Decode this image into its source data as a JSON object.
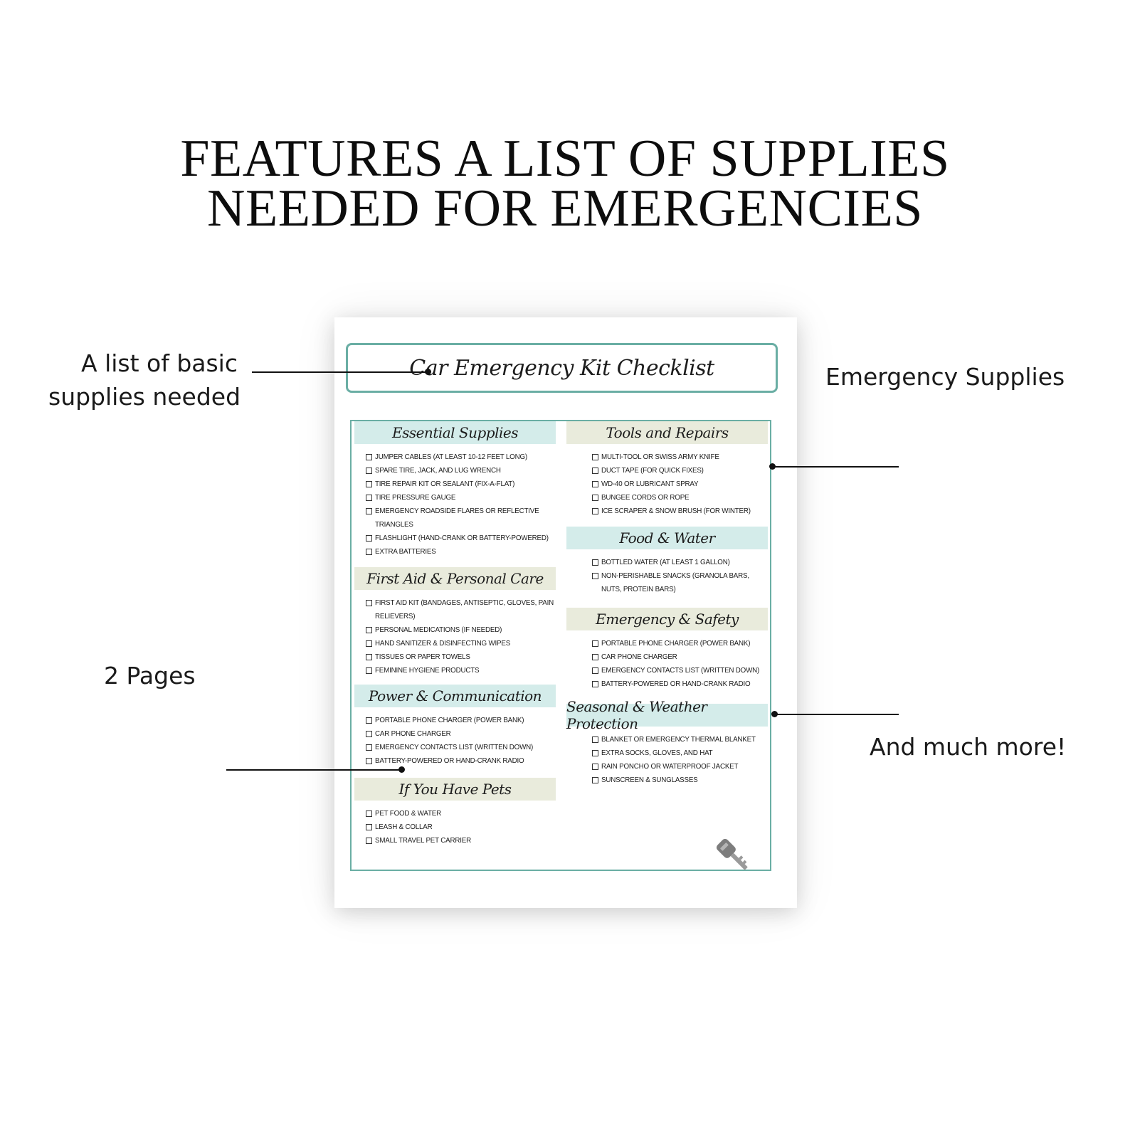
{
  "headline": {
    "line1": "FEATURES A LIST OF SUPPLIES",
    "line2": "NEEDED FOR EMERGENCIES"
  },
  "callouts": {
    "basic_line1": "A list of basic",
    "basic_line2": "supplies needed",
    "emergency": "Emergency Supplies",
    "pages": "2 Pages",
    "more": "And much more!"
  },
  "sheet": {
    "title": "Car Emergency Kit Checklist",
    "colors": {
      "frame": "#6aaea4",
      "teal_band": "#d4ecea",
      "beige_band": "#e9ebdc"
    },
    "left_sections": [
      {
        "title": "Essential Supplies",
        "band": "teal",
        "items": [
          "Jumper cables (at least 10-12 feet long)",
          "Spare tire, jack, and lug wrench",
          "Tire repair kit or sealant (Fix-a-Flat)",
          "Tire pressure gauge",
          "Emergency roadside flares or reflective triangles",
          "Flashlight (hand-crank or battery-powered)",
          "Extra batteries"
        ]
      },
      {
        "title": "First Aid & Personal Care",
        "band": "beige",
        "items": [
          "First aid kit (bandages, antiseptic, gloves, pain relievers)",
          "Personal medications (if needed)",
          "Hand sanitizer & disinfecting wipes",
          "Tissues or paper towels",
          "Feminine hygiene products"
        ]
      },
      {
        "title": "Power & Communication",
        "band": "teal",
        "items": [
          "Portable phone charger (power bank)",
          "Car phone charger",
          "Emergency contacts list (written down)",
          "Battery-powered or hand-crank radio"
        ]
      },
      {
        "title": "If You Have Pets",
        "band": "beige",
        "items": [
          "Pet food & water",
          "Leash & collar",
          "Small travel pet carrier"
        ]
      }
    ],
    "right_sections": [
      {
        "title": "Tools and Repairs",
        "band": "beige",
        "items": [
          "Multi-tool or Swiss Army knife",
          "Duct tape (for quick fixes)",
          "WD-40 or lubricant spray",
          "Bungee cords or rope",
          "Ice scraper & snow brush (for winter)"
        ]
      },
      {
        "title": "Food & Water",
        "band": "teal",
        "items": [
          "Bottled water (at least 1 gallon)",
          "Non-perishable snacks (granola bars, nuts, protein bars)"
        ]
      },
      {
        "title": "Emergency & Safety",
        "band": "beige",
        "items": [
          "Portable phone charger (power bank)",
          "Car phone charger",
          "Emergency contacts list (written down)",
          "Battery-powered or hand-crank radio"
        ]
      },
      {
        "title": "Seasonal & Weather Protection",
        "band": "teal",
        "items": [
          "Blanket or emergency thermal blanket",
          "Extra socks, gloves, and hat",
          "Rain poncho or waterproof jacket",
          "Sunscreen & sunglasses"
        ]
      }
    ],
    "decoration": "car-key-icon"
  }
}
